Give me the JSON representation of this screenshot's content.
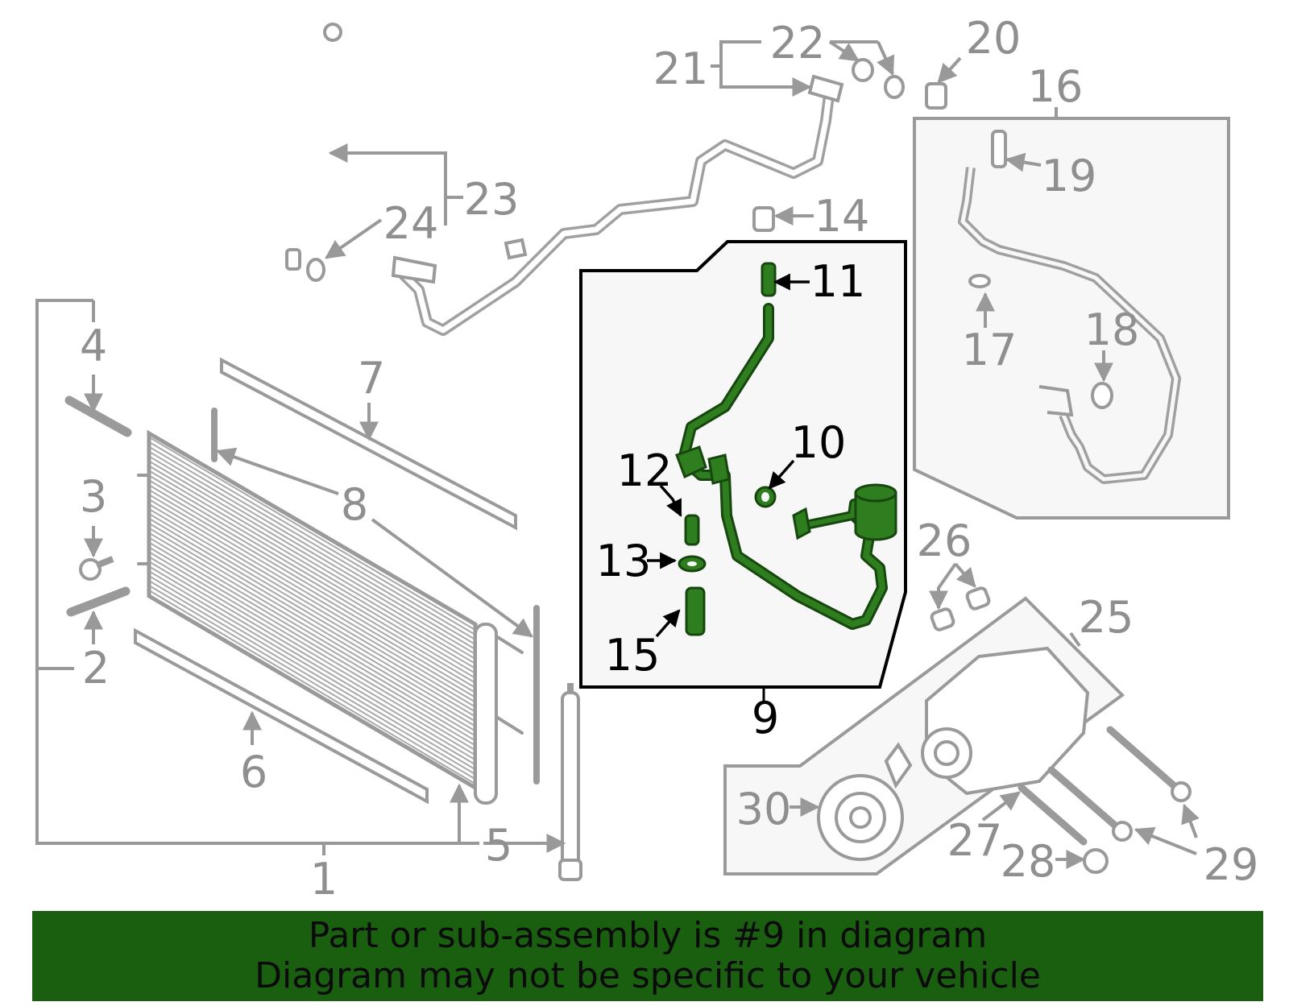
{
  "callouts": {
    "c1": "1",
    "c2": "2",
    "c3": "3",
    "c4": "4",
    "c5": "5",
    "c6": "6",
    "c7": "7",
    "c8": "8",
    "c9": "9",
    "c10": "10",
    "c11": "11",
    "c12": "12",
    "c13": "13",
    "c14": "14",
    "c15": "15",
    "c16": "16",
    "c17": "17",
    "c18": "18",
    "c19": "19",
    "c20": "20",
    "c21": "21",
    "c22": "22",
    "c23": "23",
    "c24": "24",
    "c25": "25",
    "c26": "26",
    "c27": "27",
    "c28": "28",
    "c29": "29",
    "c30": "30"
  },
  "footer": {
    "line1": "Part or sub-assembly is #9 in diagram",
    "line2": "Diagram may not be specific to your vehicle"
  },
  "colors": {
    "highlight": "#2e7d1e",
    "banner": "#1a5e10",
    "parts": "#9a9a9a"
  }
}
